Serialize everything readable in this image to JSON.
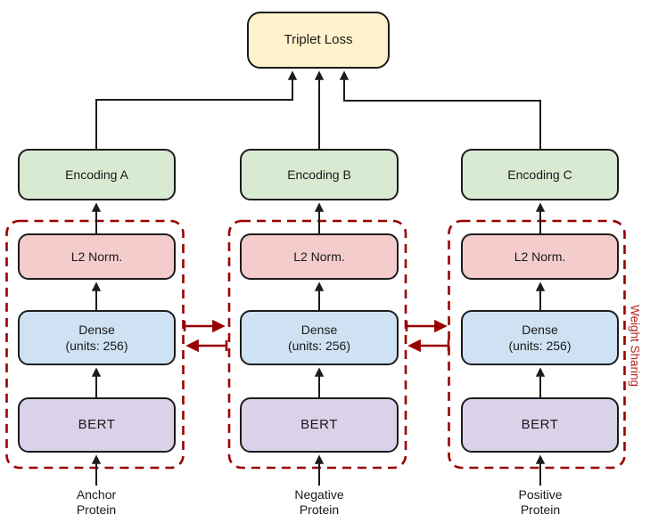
{
  "diagram": {
    "loss": {
      "label": "Triplet Loss"
    },
    "weight_sharing": {
      "label": "Weight Sharing"
    },
    "branches": [
      {
        "role": "anchor",
        "encoding_label": "Encoding A",
        "l2_label": "L2 Norm.",
        "dense_label_line1": "Dense",
        "dense_label_line2": "(units: 256)",
        "bert_label": "BERT",
        "input_label_line1": "Anchor",
        "input_label_line2": "Protein"
      },
      {
        "role": "negative",
        "encoding_label": "Encoding B",
        "l2_label": "L2 Norm.",
        "dense_label_line1": "Dense",
        "dense_label_line2": "(units: 256)",
        "bert_label": "BERT",
        "input_label_line1": "Negative",
        "input_label_line2": "Protein"
      },
      {
        "role": "positive",
        "encoding_label": "Encoding C",
        "l2_label": "L2 Norm.",
        "dense_label_line1": "Dense",
        "dense_label_line2": "(units: 256)",
        "bert_label": "BERT",
        "input_label_line1": "Positive",
        "input_label_line2": "Protein"
      }
    ],
    "colors": {
      "loss_fill": "#FFF2CC",
      "encoding_fill": "#D9EAD3",
      "l2_fill": "#F4CCCC",
      "dense_fill": "#CFE2F3",
      "bert_fill": "#D9D2E9",
      "dashed_red": "#990000",
      "weight_sharing_text": "#B32222",
      "connector_black": "#1c1c1c"
    }
  }
}
